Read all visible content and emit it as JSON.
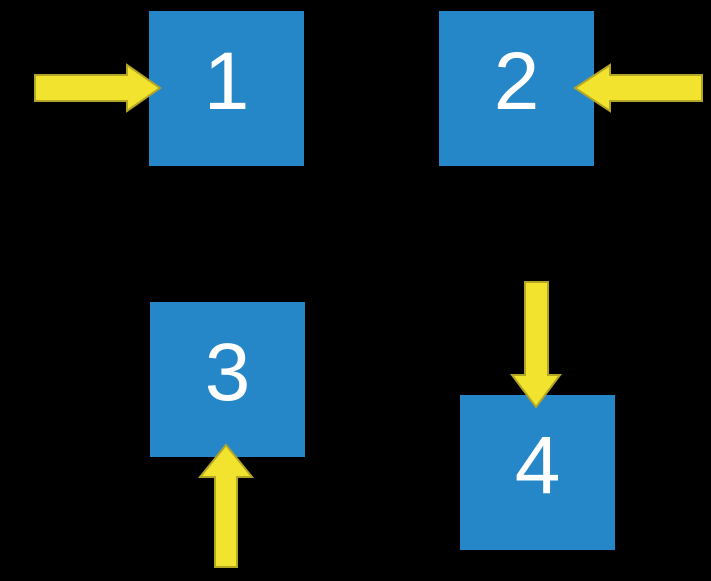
{
  "diagram": {
    "background_color": "#000000",
    "box_color": "#2586C8",
    "box_text_color": "#FFFFFF",
    "arrow_color": "#F2E32F",
    "arrow_outline_color": "#B3A625",
    "boxes": [
      {
        "label": "1",
        "arrow_direction": "right",
        "arrow_icon": "arrow-right-icon"
      },
      {
        "label": "2",
        "arrow_direction": "left",
        "arrow_icon": "arrow-left-icon"
      },
      {
        "label": "3",
        "arrow_direction": "up",
        "arrow_icon": "arrow-up-icon"
      },
      {
        "label": "4",
        "arrow_direction": "down",
        "arrow_icon": "arrow-down-icon"
      }
    ]
  }
}
